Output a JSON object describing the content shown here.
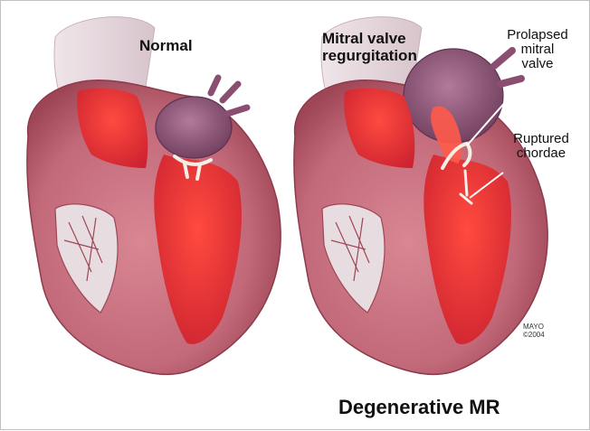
{
  "panels": {
    "normal": {
      "title": "Normal"
    },
    "mr": {
      "title_line1": "Mitral valve",
      "title_line2": "regurgitation"
    }
  },
  "callouts": {
    "prolapsed": {
      "line1": "Prolapsed",
      "line2": "mitral",
      "line3": "valve"
    },
    "ruptured": {
      "line1": "Ruptured",
      "line2": "chordae"
    }
  },
  "credit": {
    "line1": "MAYO",
    "line2": "©2004"
  },
  "caption": "Degenerative MR",
  "colors": {
    "muscle": "#c9727f",
    "muscle_dark": "#9e4656",
    "blood": "#e8322f",
    "atrium": "#8e5a79",
    "valve": "#f3eee6"
  }
}
